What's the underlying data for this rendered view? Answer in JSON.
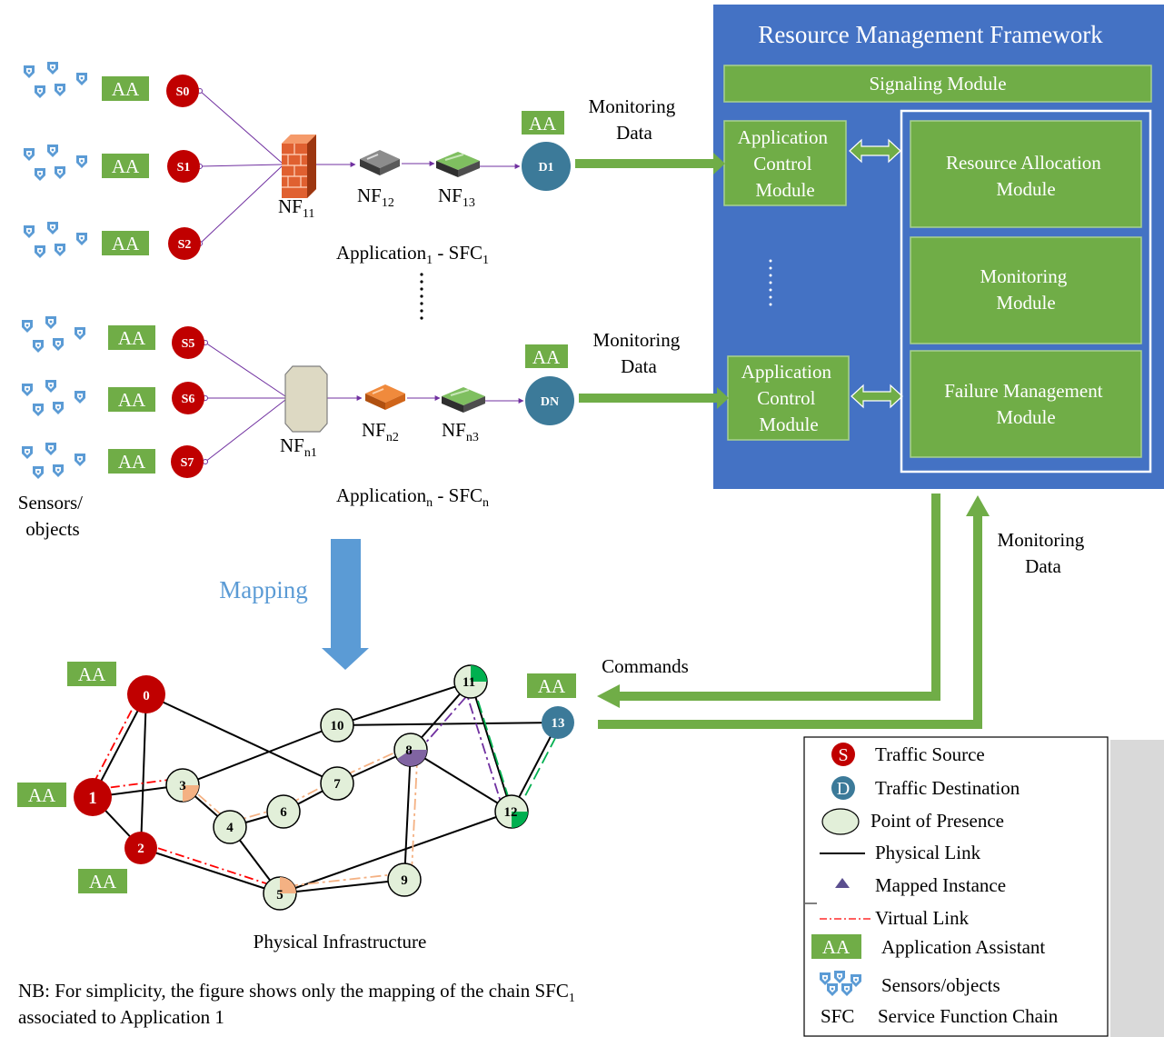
{
  "colors": {
    "green": "#70ad47",
    "blue_panel": "#4472c4",
    "source_red": "#c00000",
    "dest_teal": "#3c7a99",
    "pop_fill": "#e2efd9",
    "arrow_blue": "#5b9bd5",
    "purple_link": "#7030a0",
    "orange": "#f4b183",
    "sfc_orange": "#ed7d31",
    "shield_blue": "#5b9bd5"
  },
  "aa": "AA",
  "framework": {
    "title": "Resource Management Framework",
    "signaling": "Signaling Module",
    "app_control_1": [
      "Application",
      "Control",
      "Module"
    ],
    "app_control_2": [
      "Application",
      "Control",
      "Module"
    ],
    "resource_alloc": [
      "Resource Allocation",
      "Module"
    ],
    "monitoring": [
      "Monitoring",
      "Module"
    ],
    "failure": [
      "Failure Management",
      "Module"
    ]
  },
  "monitoring_data": [
    "Monitoring",
    "Data"
  ],
  "commands": "Commands",
  "mapping": "Mapping",
  "sfc1": {
    "sources": [
      "S0",
      "S1",
      "S2"
    ],
    "dest": "D1",
    "nf1": {
      "main": "NF",
      "sub": "11"
    },
    "nf2": {
      "main": "NF",
      "sub": "12"
    },
    "nf3": {
      "main": "NF",
      "sub": "13"
    },
    "label": {
      "main": "Application",
      "sub": "1",
      "mid": " - SFC",
      "sub2": "1"
    }
  },
  "sfcn": {
    "sources": [
      "S5",
      "S6",
      "S7"
    ],
    "dest": "DN",
    "nf1": {
      "main": "NF",
      "sub": "n1"
    },
    "nf2": {
      "main": "NF",
      "sub": "n2"
    },
    "nf3": {
      "main": "NF",
      "sub": "n3"
    },
    "label": {
      "main": "Application",
      "sub": "n",
      "mid": " - SFC",
      "sub2": "n"
    }
  },
  "sensors_label": [
    "Sensors/",
    "objects"
  ],
  "infra": {
    "title": "Physical Infrastructure",
    "nodes": [
      "0",
      "1",
      "2",
      "3",
      "4",
      "5",
      "6",
      "7",
      "8",
      "9",
      "10",
      "11",
      "12",
      "13"
    ]
  },
  "note": {
    "line1": "NB: For simplicity, the figure shows only the mapping of the chain SFC",
    "line1_sub": "1",
    "line2": "associated to Application 1"
  },
  "legend": {
    "source_glyph": "S",
    "dest_glyph": "D",
    "sfc_abbr": "SFC",
    "items": [
      "Traffic Source",
      "Traffic Destination",
      "Point of Presence",
      "Physical Link",
      "Mapped Instance",
      "Virtual Link",
      "Application Assistant",
      "Sensors/objects",
      "Service Function Chain"
    ]
  }
}
